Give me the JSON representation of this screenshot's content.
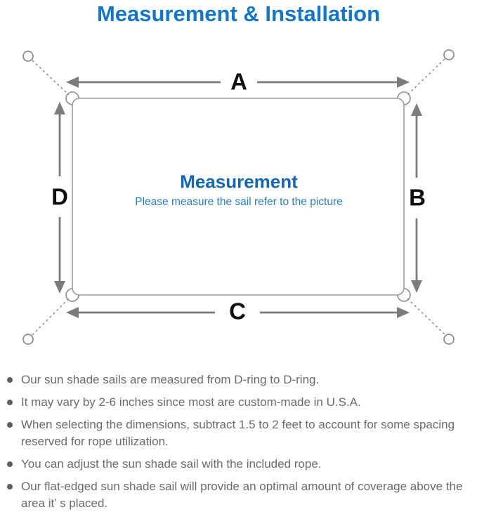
{
  "page": {
    "title": "Measurement & Installation"
  },
  "diagram": {
    "label_top": "A",
    "label_right": "B",
    "label_bottom": "C",
    "label_left": "D",
    "center_heading": "Measurement",
    "center_subheading": "Please measure the sail refer to the picture"
  },
  "notes": [
    "Our sun shade sails are measured from D-ring to D-ring.",
    "It may vary by 2-6 inches since most are custom-made in U.S.A.",
    "When selecting the dimensions, subtract 1.5 to 2 feet to account for some spacing reserved for rope utilization.",
    "You can adjust the sun shade sail with the included rope.",
    "Our flat-edged sun shade sail will provide an optimal amount of coverage above the area it’ s placed."
  ],
  "colors": {
    "title_blue": "#1277cb",
    "center_heading_blue": "#1467b2",
    "center_subheading_blue": "#2b7ec2",
    "dimension_label_black": "#0f0f0f",
    "outline_gray": "#9b9b9b",
    "arrow_gray": "#7c7c7c",
    "note_text_gray": "#6b6b6b"
  }
}
